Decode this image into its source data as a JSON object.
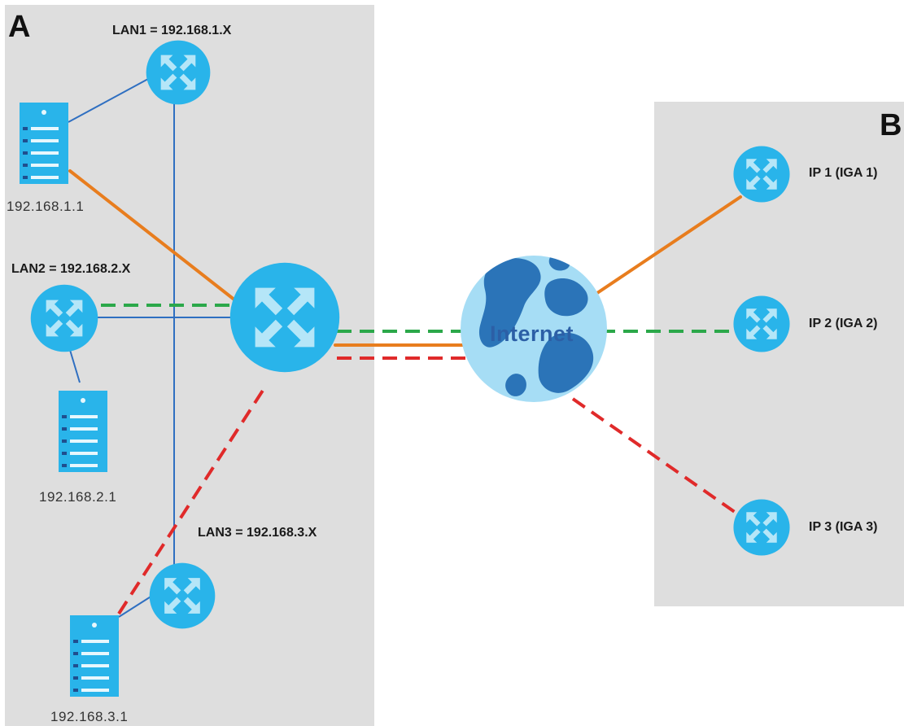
{
  "regions": {
    "a": {
      "label": "A"
    },
    "b": {
      "label": "B"
    }
  },
  "lans": [
    {
      "label": "LAN1 = 192.168.1.X",
      "host": "192.168.1.1"
    },
    {
      "label": "LAN2 = 192.168.2.X",
      "host": "192.168.2.1"
    },
    {
      "label": "LAN3 = 192.168.3.X",
      "host": "192.168.3.1"
    }
  ],
  "internet": {
    "label": "Internet"
  },
  "remotes": [
    {
      "label": "IP 1 (IGA 1)"
    },
    {
      "label": "IP 2 (IGA 2)"
    },
    {
      "label": "IP 3 (IGA 3)"
    }
  ],
  "colors": {
    "region_fill": "#dedede",
    "device_blue": "#29b4ea",
    "arrow_light": "#b5e6f8",
    "server_stripe": "#e7f7fd",
    "server_dark": "#1f4f8f",
    "globe_sea": "#a6ddf5",
    "globe_land": "#2b74b8",
    "lan_link": "#2f6fc1",
    "path_orange": "#e87d1e",
    "path_green": "#2ba84a",
    "path_red": "#e02a2a"
  },
  "icons": {
    "router": "router-icon",
    "server": "server-icon",
    "globe": "globe-icon"
  }
}
